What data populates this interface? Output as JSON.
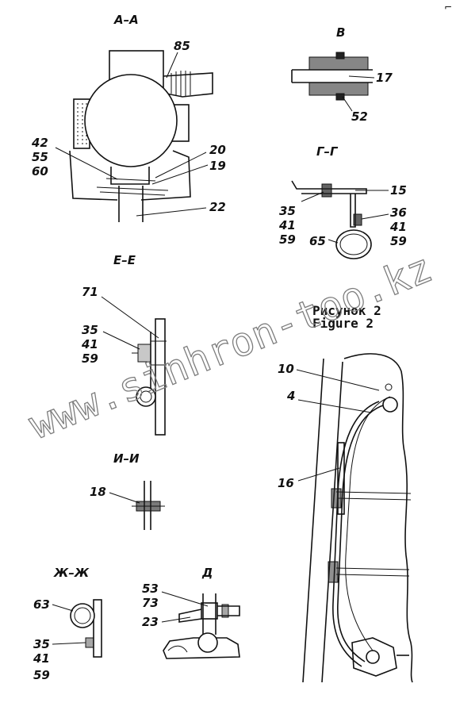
{
  "corner_mark": "⌐",
  "sections": {
    "aa": {
      "title": "А–А",
      "labels": [
        "85",
        "42",
        "55",
        "60",
        "20",
        "19",
        "22"
      ]
    },
    "v": {
      "title": "В",
      "labels": [
        "17",
        "52"
      ]
    },
    "gg": {
      "title": "Г–Г",
      "labels": [
        "15",
        "35",
        "41",
        "59",
        "36",
        "41",
        "59",
        "65"
      ]
    },
    "ee": {
      "title": "Е–Е",
      "labels": [
        "71",
        "35",
        "41",
        "59"
      ]
    },
    "ii": {
      "title": "И–И",
      "labels": [
        "18"
      ]
    },
    "zhzh": {
      "title": "Ж–Ж",
      "labels": [
        "63",
        "35",
        "41",
        "59"
      ]
    },
    "d": {
      "title": "Д",
      "labels": [
        "53",
        "73",
        "23"
      ]
    },
    "fig2": {
      "caption_ru": "Рисунок 2",
      "caption_en": "Figure 2",
      "labels": [
        "10",
        "4",
        "16"
      ]
    }
  },
  "watermark": "www.sinhron-too.kz"
}
